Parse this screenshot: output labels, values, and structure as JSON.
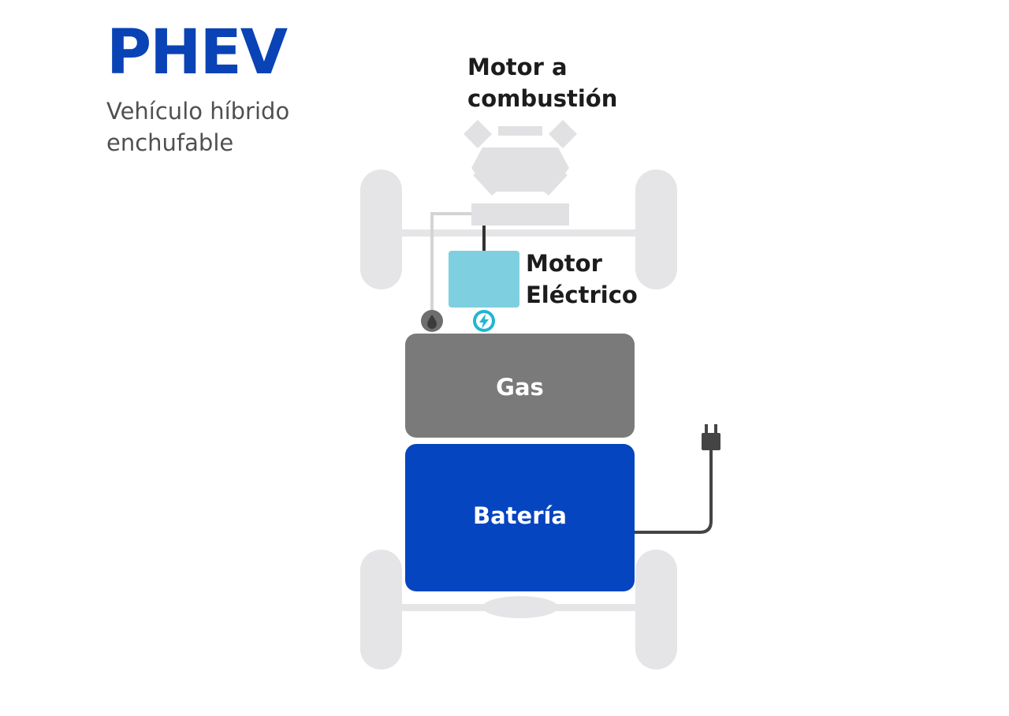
{
  "heading": {
    "title": "PHEV",
    "subtitle_line1": "Vehículo híbrido",
    "subtitle_line2": "enchufable"
  },
  "labels": {
    "combustion_line1": "Motor a",
    "combustion_line2": "combustión",
    "electric_line1": "Motor",
    "electric_line2": "Eléctrico",
    "gas": "Gas",
    "battery": "Batería"
  },
  "colors": {
    "title_blue": "#0a43b5",
    "battery_blue": "#0645c0",
    "gas_gray": "#7a7a7a",
    "electric_motor": "#7ecfdf",
    "bolt_teal": "#1fb6d1",
    "chassis": "#e5e5e7",
    "line_dark": "#444444"
  },
  "icons": {
    "fuel_drop": "fuel-drop-icon",
    "lightning_bolt": "lightning-bolt-icon",
    "plug": "plug-icon"
  }
}
